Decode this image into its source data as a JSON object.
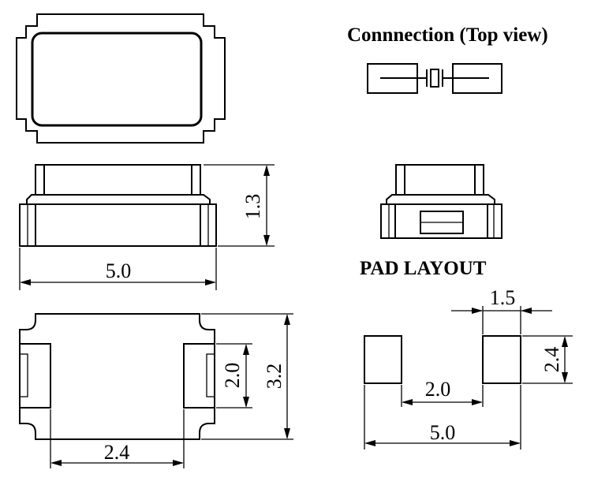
{
  "headings": {
    "connection": "Connnection (Top view)",
    "pad_layout": "PAD LAYOUT"
  },
  "dimensions": {
    "side_height": "1.3",
    "side_width": "5.0",
    "bottom_pad_height": "2.0",
    "bottom_height": "3.2",
    "bottom_pad_spacing": "2.4",
    "pad_width": "1.5",
    "pad_height": "2.4",
    "pad_gap": "2.0",
    "pad_total_width": "5.0"
  }
}
